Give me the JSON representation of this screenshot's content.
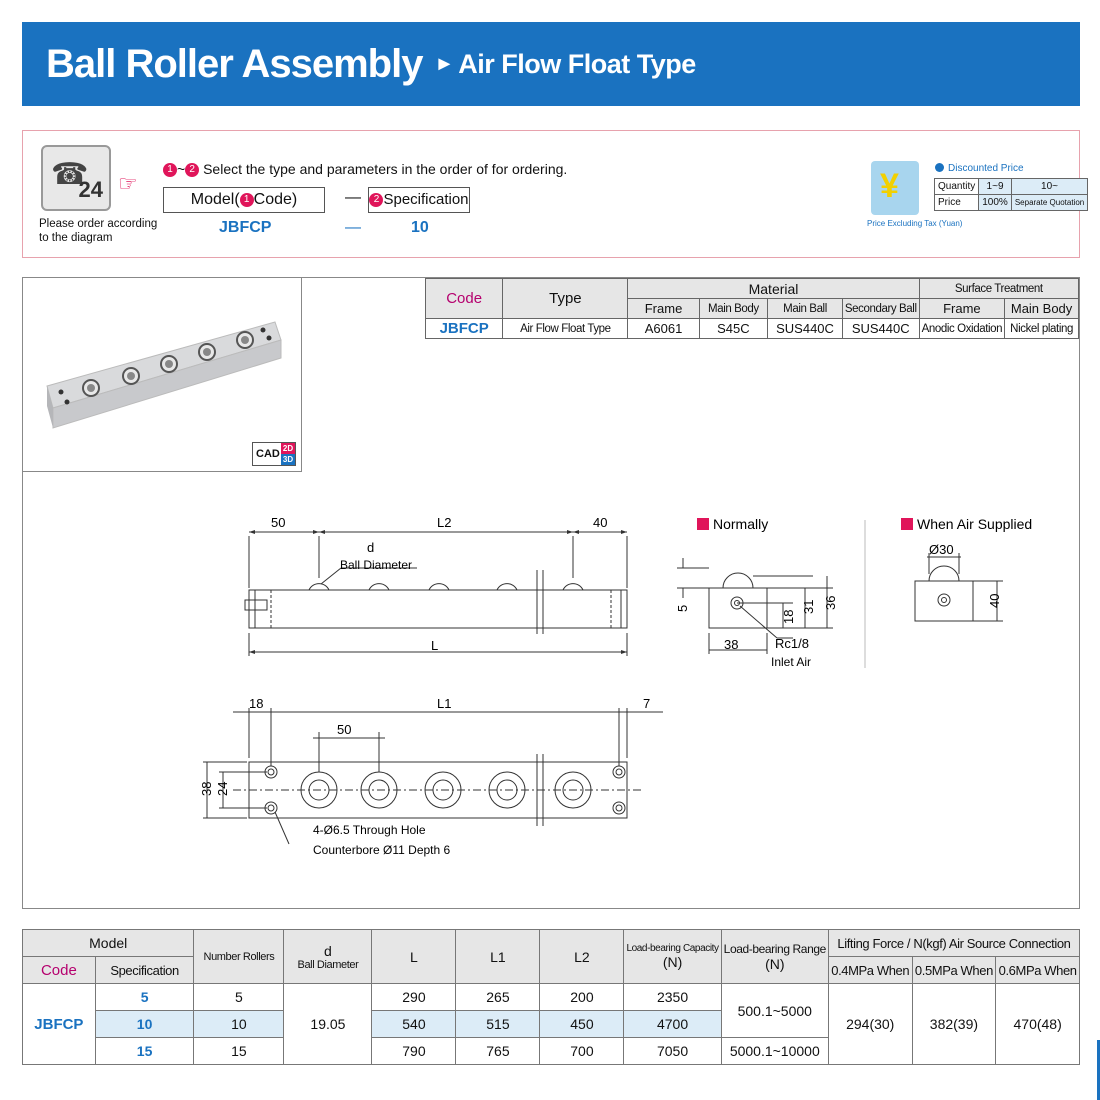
{
  "header": {
    "title": "Ball Roller Assembly",
    "arrow": "►",
    "subtitle": "Air Flow Float Type"
  },
  "order": {
    "please_text": "Please order according to the diagram",
    "step1": "1",
    "step_sep": "~",
    "step2": "2",
    "instruction": "Select the type and parameters in the order of for ordering.",
    "model_label_pre": "Model(",
    "model_label_post": "Code)",
    "dash": "—",
    "spec_label": "Specification",
    "model_value": "JBFCP",
    "spec_value": "10"
  },
  "price": {
    "symbol": "¥",
    "discounted_label": "Discounted Price",
    "quantity_label": "Quantity",
    "qty1": "1~9",
    "qty2": "10~",
    "price_label": "Price",
    "price1": "100%",
    "price2": "Separate Quotation",
    "note": "Price Excluding Tax (Yuan)"
  },
  "cad": {
    "label": "CAD",
    "d2": "2D",
    "d3": "3D"
  },
  "material_table": {
    "code_header": "Code",
    "type_header": "Type",
    "material_header": "Material",
    "surface_header": "Surface Treatment",
    "sub_headers": [
      "Frame",
      "Main Body",
      "Main Ball",
      "Secondary Ball",
      "Frame",
      "Main Body"
    ],
    "row": {
      "code": "JBFCP",
      "type": "Air Flow Float Type",
      "values": [
        "A6061",
        "S45C",
        "SUS440C",
        "SUS440C",
        "Anodic Oxidation",
        "Nickel plating"
      ]
    }
  },
  "drawing": {
    "normally": "Normally",
    "when_air": "When Air Supplied",
    "dim_50": "50",
    "dim_L2": "L2",
    "dim_40": "40",
    "dim_d": "d",
    "ball_diameter": "Ball Diameter",
    "dim_L": "L",
    "dim_5": "5",
    "dim_18": "18",
    "dim_31": "31",
    "dim_36": "36",
    "dim_38": "38",
    "rc": "Rc1/8",
    "inlet": "Inlet Air",
    "phi30": "Ø30",
    "dim_40b": "40",
    "dim_18b": "18",
    "dim_L1": "L1",
    "dim_7": "7",
    "dim_50b": "50",
    "dim_38b": "38",
    "dim_24": "24",
    "hole1": "4-Ø6.5 Through Hole",
    "hole2": "Counterbore Ø11 Depth 6"
  },
  "spec_table": {
    "h_model": "Model",
    "h_code": "Code",
    "h_spec": "Specification",
    "h_rollers": "Number Rollers",
    "h_d": "d",
    "h_ball": "Ball Diameter",
    "h_L": "L",
    "h_L1": "L1",
    "h_L2": "L2",
    "h_load": "Load-bearing Capacity",
    "h_load_unit": "(N)",
    "h_range": "Load-bearing Range",
    "h_range_unit": "(N)",
    "h_lift": "Lifting Force / N(kgf) Air Source Connection",
    "h_p1": "0.4MPa When",
    "h_p2": "0.5MPa When",
    "h_p3": "0.6MPa When",
    "code": "JBFCP",
    "ball_d": "19.05",
    "range1": "500.1~5000",
    "range2": "5000.1~10000",
    "lift1": "294(30)",
    "lift2": "382(39)",
    "lift3": "470(48)",
    "rows": [
      {
        "spec": "5",
        "rollers": "5",
        "L": "290",
        "L1": "265",
        "L2": "200",
        "load": "2350"
      },
      {
        "spec": "10",
        "rollers": "10",
        "L": "540",
        "L1": "515",
        "L2": "450",
        "load": "4700"
      },
      {
        "spec": "15",
        "rollers": "15",
        "L": "790",
        "L1": "765",
        "L2": "700",
        "load": "7050"
      }
    ]
  },
  "colors": {
    "brand_blue": "#1a72c0",
    "accent_pink": "#e0155a",
    "code_magenta": "#b5006e",
    "highlight": "#dcecf7"
  }
}
